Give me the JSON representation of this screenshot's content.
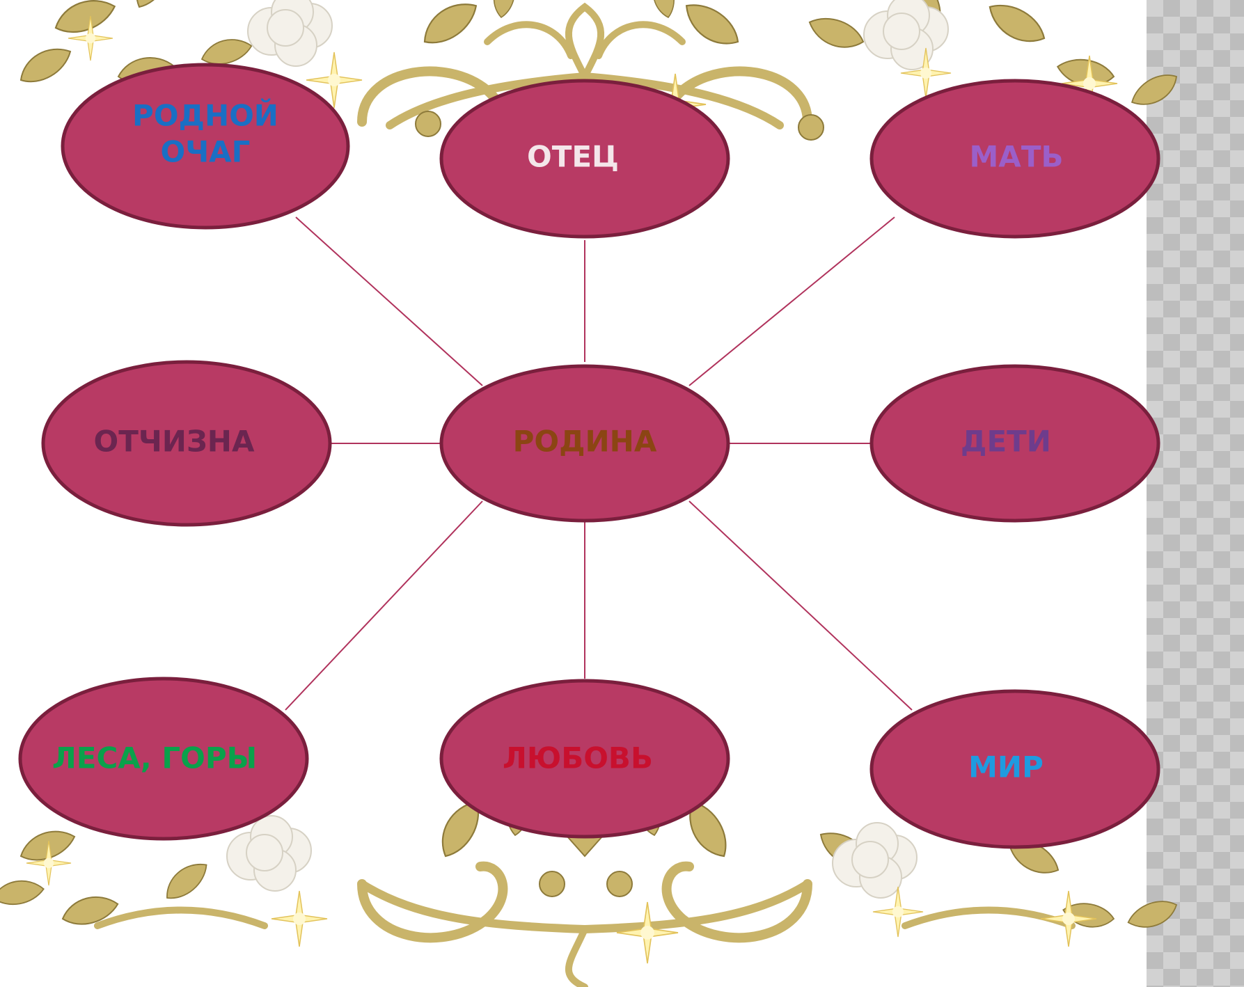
{
  "diagram": {
    "center": {
      "label": "РОДИНА",
      "color": "#8b4513"
    },
    "nodes": [
      {
        "id": "rodnoy-ochag",
        "lines": [
          "РОДНОЙ",
          "ОЧАГ"
        ],
        "color": "#1a6fc4"
      },
      {
        "id": "otets",
        "lines": [
          "ОТЕЦ"
        ],
        "color": "#f4e6ea"
      },
      {
        "id": "mat",
        "lines": [
          "МАТЬ"
        ],
        "color": "#9b5fc9"
      },
      {
        "id": "otchizna",
        "lines": [
          "ОТЧИЗНА"
        ],
        "color": "#6b2550"
      },
      {
        "id": "deti",
        "lines": [
          "ДЕТИ"
        ],
        "color": "#6e3c8c"
      },
      {
        "id": "lesa-gory",
        "lines": [
          "ЛЕСА, ГОРЫ"
        ],
        "color": "#0aa14b"
      },
      {
        "id": "lyubov",
        "lines": [
          "ЛЮБОВЬ"
        ],
        "color": "#c8102e"
      },
      {
        "id": "mir",
        "lines": [
          "МИР"
        ],
        "color": "#1e9be0"
      }
    ],
    "ellipse_fill": "#b83a64",
    "ellipse_stroke": "#7a1f3d",
    "connector_color": "#b0325c"
  },
  "decoration": {
    "ornament_color": "#c9b46a",
    "flower_color": "#f4f1ea"
  }
}
